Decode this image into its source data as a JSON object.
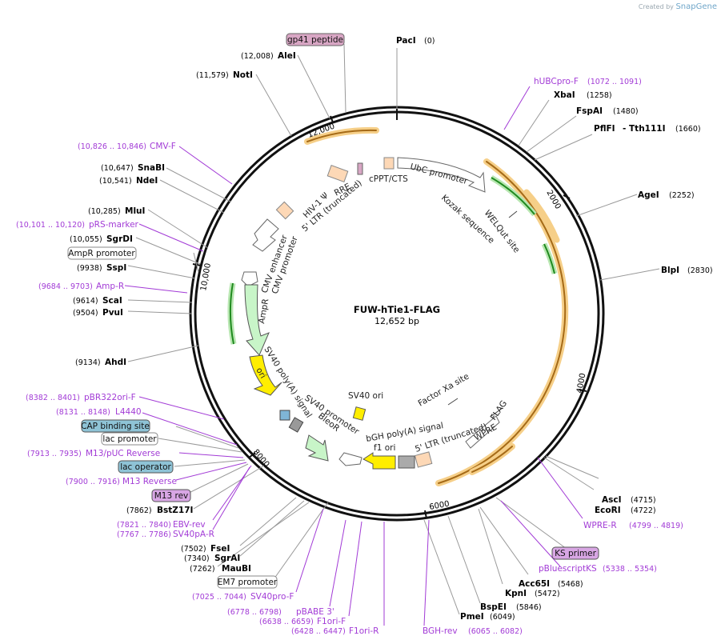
{
  "credit": {
    "prefix": "Created by",
    "brand": "SnapGene"
  },
  "plasmid": {
    "name": "FUW-hTie1-FLAG",
    "length": "12,652 bp"
  },
  "colors": {
    "enzyme_line": "#888888",
    "primer": "#a23bd6",
    "orange_feature": "#f0a830",
    "green_feature": "#22aa22",
    "yellow_feature": "#ffee00"
  },
  "ticks": [
    "2000",
    "4000",
    "6000",
    "8000",
    "10,000",
    "12,000"
  ],
  "enzymes": [
    {
      "name": "PacI",
      "pos": "(0)"
    },
    {
      "name": "XbaI",
      "pos": "(1258)"
    },
    {
      "name": "FspAI",
      "pos": "(1480)"
    },
    {
      "name": "PflFI",
      "pos": "(1660)",
      "extra": "- Tth111I"
    },
    {
      "name": "AgeI",
      "pos": "(2252)"
    },
    {
      "name": "BlpI",
      "pos": "(2830)"
    },
    {
      "name": "AscI",
      "pos": "(4715)"
    },
    {
      "name": "EcoRI",
      "pos": "(4722)"
    },
    {
      "name": "Acc65I",
      "pos": "(5468)"
    },
    {
      "name": "KpnI",
      "pos": "(5472)"
    },
    {
      "name": "BspEI",
      "pos": "(5846)"
    },
    {
      "name": "PmeI",
      "pos": "(6049)"
    },
    {
      "name": "MauBI",
      "pos": "(7262)"
    },
    {
      "name": "SgrAI",
      "pos": "(7340)"
    },
    {
      "name": "FseI",
      "pos": "(7502)"
    },
    {
      "name": "BstZ17I",
      "pos": "(7862)"
    },
    {
      "name": "AhdI",
      "pos": "(9134)"
    },
    {
      "name": "PvuI",
      "pos": "(9504)"
    },
    {
      "name": "ScaI",
      "pos": "(9614)"
    },
    {
      "name": "SspI",
      "pos": "(9938)"
    },
    {
      "name": "SgrDI",
      "pos": "(10,055)"
    },
    {
      "name": "MluI",
      "pos": "(10,285)"
    },
    {
      "name": "NdeI",
      "pos": "(10,541)"
    },
    {
      "name": "SnaBI",
      "pos": "(10,647)"
    },
    {
      "name": "NotI",
      "pos": "(11,579)"
    },
    {
      "name": "AleI",
      "pos": "(12,008)"
    }
  ],
  "primers": [
    {
      "name": "hUBCpro-F",
      "pos": "(1072 .. 1091)"
    },
    {
      "name": "WPRE-R",
      "pos": "(4799 .. 4819)"
    },
    {
      "name": "pBluescriptKS",
      "pos": "(5338 .. 5354)"
    },
    {
      "name": "BGH-rev",
      "pos": "(6065 .. 6082)"
    },
    {
      "name": "F1ori-R",
      "pos": "(6428 .. 6447)"
    },
    {
      "name": "F1ori-F",
      "pos": "(6638 .. 6659)"
    },
    {
      "name": "pBABE 3'",
      "pos": "(6778 .. 6798)"
    },
    {
      "name": "SV40pro-F",
      "pos": "(7025 .. 7044)"
    },
    {
      "name": "SV40pA-R",
      "pos": "(7767 .. 7786)"
    },
    {
      "name": "EBV-rev",
      "pos": "(7821 .. 7840)"
    },
    {
      "name": "M13 Reverse",
      "pos": "(7900 .. 7916)"
    },
    {
      "name": "M13/pUC Reverse",
      "pos": "(7913 .. 7935)"
    },
    {
      "name": "L4440",
      "pos": "(8131 .. 8148)"
    },
    {
      "name": "pBR322ori-F",
      "pos": "(8382 .. 8401)"
    },
    {
      "name": "Amp-R",
      "pos": "(9684 .. 9703)"
    },
    {
      "name": "pRS-marker",
      "pos": "(10,101 .. 10,120)"
    },
    {
      "name": "CMV-F",
      "pos": "(10,826 .. 10,846)"
    }
  ],
  "boxed_labels": [
    "gp41 peptide",
    "AmpR promoter",
    "CAP binding site",
    "lac promoter",
    "lac operator",
    "M13 rev",
    "KS primer",
    "EM7 promoter"
  ],
  "features": [
    "cPPT/CTS",
    "UbC promoter",
    "Kozak sequence",
    "WELQut site",
    "RRE",
    "HIV-1 Ψ",
    "5' LTR (truncated)",
    "CMV enhancer",
    "CMV promoter",
    "AmpR",
    "ori",
    "SV40 poly(A) signal",
    "BleoR",
    "SV40 promoter",
    "SV40 ori",
    "f1 ori",
    "bGH poly(A) signal",
    "5' LTR (truncated)",
    "Factor Xa site",
    "WPRE",
    "FLAG"
  ]
}
